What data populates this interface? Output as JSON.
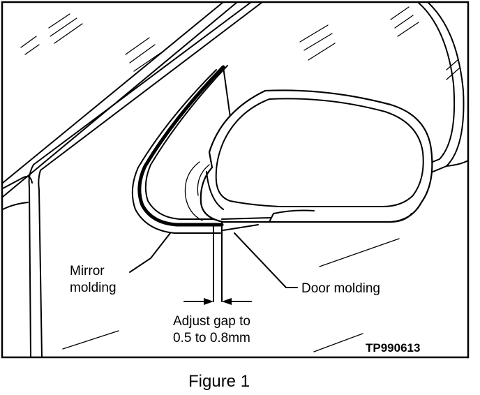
{
  "labels": {
    "mirror_molding_line1": "Mirror",
    "mirror_molding_line2": "molding",
    "door_molding": "Door molding",
    "adjust_line1": "Adjust gap to",
    "adjust_line2": "0.5 to 0.8mm",
    "part_code": "TP990613"
  },
  "caption": "Figure 1"
}
